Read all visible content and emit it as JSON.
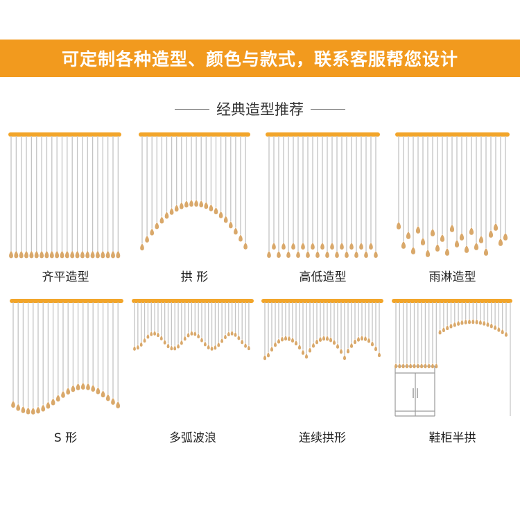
{
  "banner": {
    "text": "可定制各种造型、颜色与款式，联系客服帮您设计",
    "background": "#f29a1e",
    "text_color": "#ffffff"
  },
  "section": {
    "title": "经典造型推荐"
  },
  "colors": {
    "rod": "#f2a52a",
    "strand": "#c4c4c4",
    "bead": "#d9a86a",
    "cabinet": "#9a9a9a"
  },
  "styles": [
    {
      "label": "齐平造型",
      "pattern": "flat"
    },
    {
      "label": "拱 形",
      "pattern": "arch"
    },
    {
      "label": "高低造型",
      "pattern": "high-low"
    },
    {
      "label": "雨淋造型",
      "pattern": "rain"
    },
    {
      "label": "S 形",
      "pattern": "s-curve"
    },
    {
      "label": "多弧波浪",
      "pattern": "multi-wave"
    },
    {
      "label": "连续拱形",
      "pattern": "continuous-arch"
    },
    {
      "label": "鞋柜半拱",
      "pattern": "shoe-cabinet-half-arch"
    }
  ]
}
